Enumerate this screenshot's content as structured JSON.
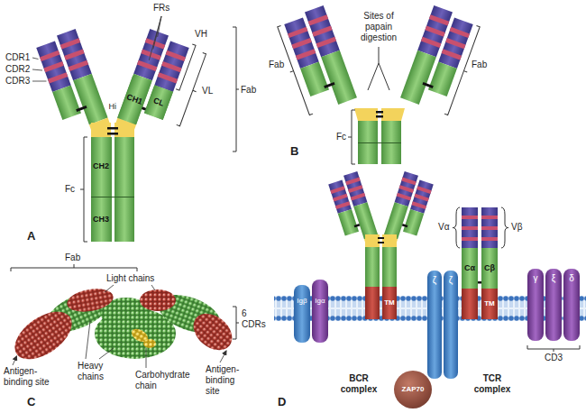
{
  "diagram": {
    "nodes": [
      {
        "text": [
          "CH1"
        ]
      },
      {
        "text": [
          "CL"
        ]
      },
      {
        "text": [
          "CH2"
        ]
      },
      {
        "text": [
          "CH3"
        ]
      },
      {
        "text": [
          "Igβ"
        ]
      },
      {
        "text": [
          "Igα"
        ]
      },
      {
        "text": [
          "TM"
        ]
      },
      {
        "text": [
          "Cα"
        ]
      },
      {
        "text": [
          "Cβ"
        ]
      },
      {
        "text": [
          "TM"
        ]
      },
      {
        "text": [
          "γ"
        ]
      },
      {
        "text": [
          "ξ"
        ]
      },
      {
        "text": [
          "δ"
        ]
      },
      {
        "text": [
          "ζ"
        ]
      },
      {
        "text": [
          "ζ"
        ]
      },
      {
        "text": [
          "ZAP70"
        ]
      }
    ],
    "labels": [
      "CDR1",
      "CDR2",
      "CDR3",
      "FRs",
      "VH",
      "Hi",
      "VL",
      "Fab",
      "Fc",
      "A",
      "Sites of papain digestion",
      "Fab",
      "Fab",
      "Fc",
      "B",
      "Fab",
      "Light chains",
      "6 CDRs",
      "Antigen-binding site",
      "Heavy chains",
      "Antigen-binding site",
      "Carbohydrate chain",
      "C",
      "Vα",
      "Vβ",
      "CD3",
      "BCR complex",
      "TCR complex",
      "D"
    ]
  }
}
